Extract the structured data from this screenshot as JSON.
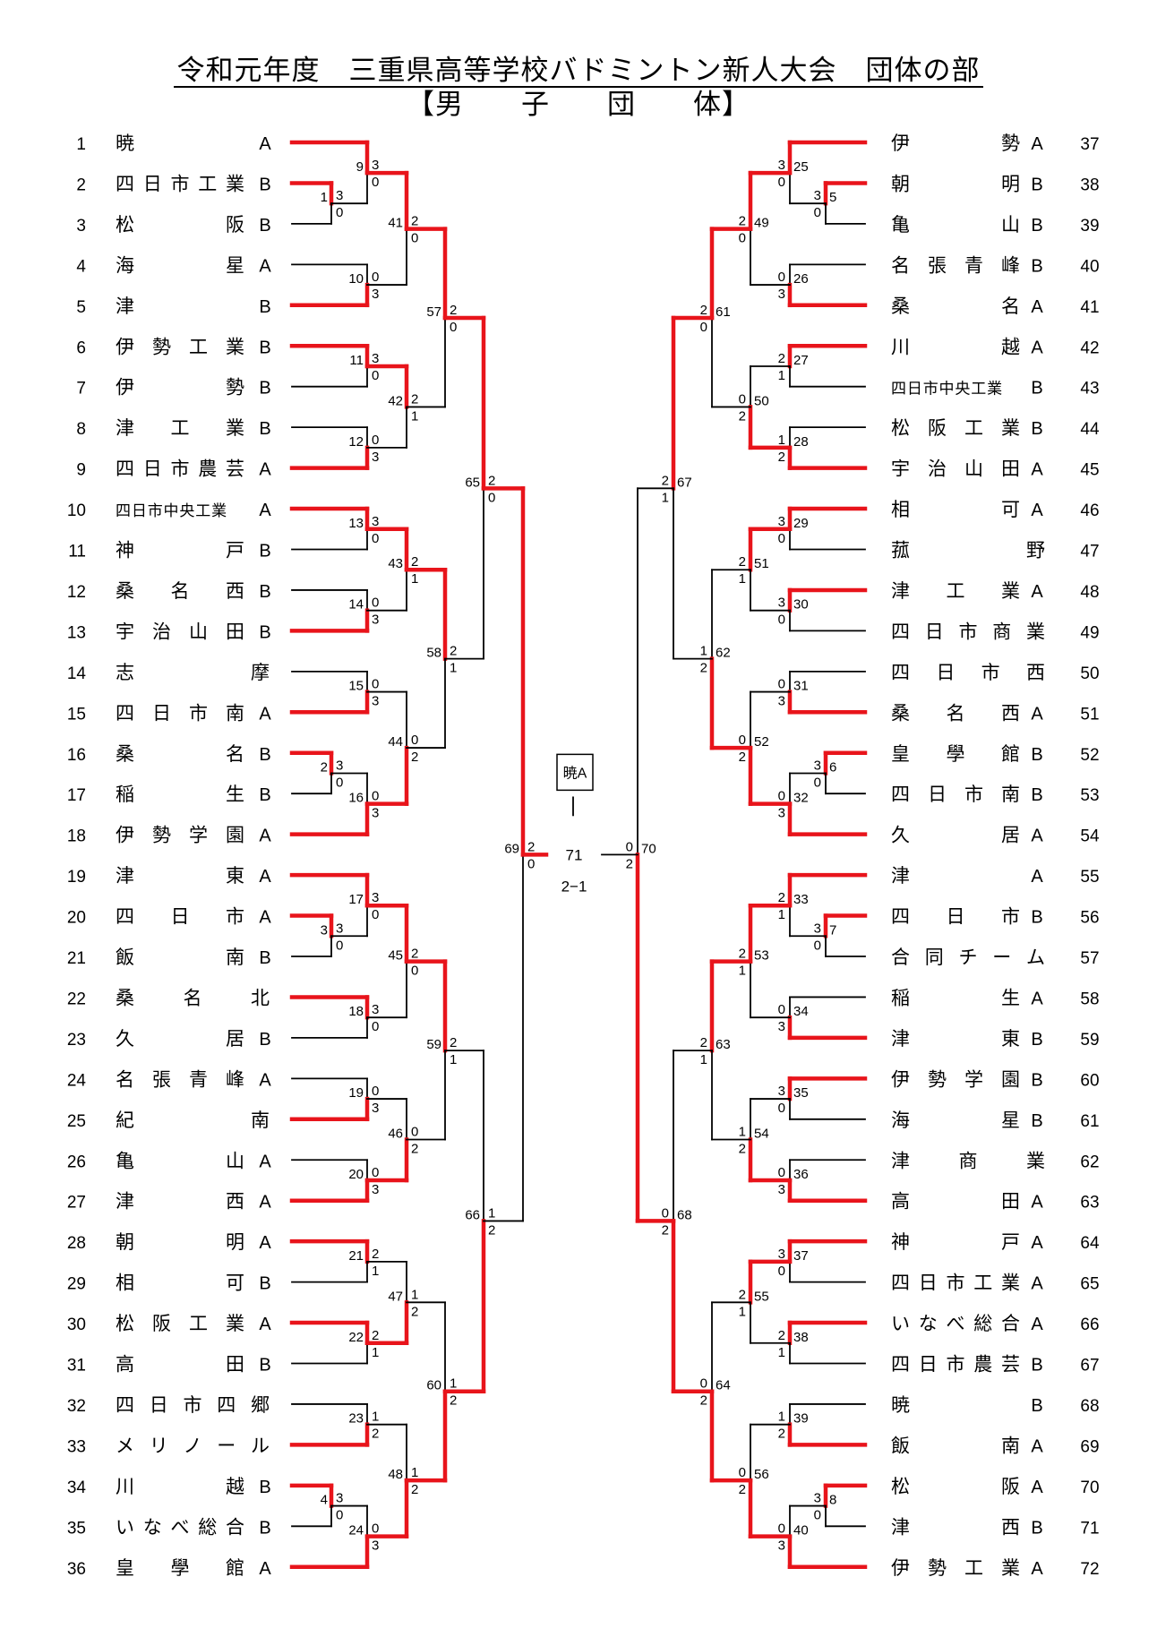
{
  "title": "令和元年度　三重県高等学校バドミントン新人大会　団体の部",
  "subtitle": "【男　　子　　団　　体】",
  "colors": {
    "winner": "#e8141b",
    "line": "#000000"
  },
  "teams": [
    {
      "no": "1",
      "name": "暁",
      "grade": "A"
    },
    {
      "no": "2",
      "name": "四日市工業",
      "grade": "B"
    },
    {
      "no": "3",
      "name": "松阪",
      "grade": "B"
    },
    {
      "no": "4",
      "name": "海星",
      "grade": "A"
    },
    {
      "no": "5",
      "name": "津",
      "grade": "B"
    },
    {
      "no": "6",
      "name": "伊勢工業",
      "grade": "B"
    },
    {
      "no": "7",
      "name": "伊勢",
      "grade": "B"
    },
    {
      "no": "8",
      "name": "津工業",
      "grade": "B"
    },
    {
      "no": "9",
      "name": "四日市農芸",
      "grade": "A"
    },
    {
      "no": "10",
      "name": "四日市中央工業",
      "grade": "A"
    },
    {
      "no": "11",
      "name": "神戸",
      "grade": "B"
    },
    {
      "no": "12",
      "name": "桑名西",
      "grade": "B"
    },
    {
      "no": "13",
      "name": "宇治山田",
      "grade": "B"
    },
    {
      "no": "14",
      "name": "志摩",
      "grade": ""
    },
    {
      "no": "15",
      "name": "四日市南",
      "grade": "A"
    },
    {
      "no": "16",
      "name": "桑名",
      "grade": "B"
    },
    {
      "no": "17",
      "name": "稲生",
      "grade": "B"
    },
    {
      "no": "18",
      "name": "伊勢学園",
      "grade": "A"
    },
    {
      "no": "19",
      "name": "津東",
      "grade": "A"
    },
    {
      "no": "20",
      "name": "四日市",
      "grade": "A"
    },
    {
      "no": "21",
      "name": "飯南",
      "grade": "B"
    },
    {
      "no": "22",
      "name": "桑名北",
      "grade": ""
    },
    {
      "no": "23",
      "name": "久居",
      "grade": "B"
    },
    {
      "no": "24",
      "name": "名張青峰",
      "grade": "A"
    },
    {
      "no": "25",
      "name": "紀南",
      "grade": ""
    },
    {
      "no": "26",
      "name": "亀山",
      "grade": "A"
    },
    {
      "no": "27",
      "name": "津西",
      "grade": "A"
    },
    {
      "no": "28",
      "name": "朝明",
      "grade": "A"
    },
    {
      "no": "29",
      "name": "相可",
      "grade": "B"
    },
    {
      "no": "30",
      "name": "松阪工業",
      "grade": "A"
    },
    {
      "no": "31",
      "name": "高田",
      "grade": "B"
    },
    {
      "no": "32",
      "name": "四日市四郷",
      "grade": ""
    },
    {
      "no": "33",
      "name": "メリノール",
      "grade": ""
    },
    {
      "no": "34",
      "name": "川越",
      "grade": "B"
    },
    {
      "no": "35",
      "name": "いなべ総合",
      "grade": "B"
    },
    {
      "no": "36",
      "name": "皇學館",
      "grade": "A"
    },
    {
      "no": "37",
      "name": "伊勢",
      "grade": "A"
    },
    {
      "no": "38",
      "name": "朝明",
      "grade": "B"
    },
    {
      "no": "39",
      "name": "亀山",
      "grade": "B"
    },
    {
      "no": "40",
      "name": "名張青峰",
      "grade": "B"
    },
    {
      "no": "41",
      "name": "桑名",
      "grade": "A"
    },
    {
      "no": "42",
      "name": "川越",
      "grade": "A"
    },
    {
      "no": "43",
      "name": "四日市中央工業",
      "grade": "B"
    },
    {
      "no": "44",
      "name": "松阪工業",
      "grade": "B"
    },
    {
      "no": "45",
      "name": "宇治山田",
      "grade": "A"
    },
    {
      "no": "46",
      "name": "相可",
      "grade": "A"
    },
    {
      "no": "47",
      "name": "菰野",
      "grade": ""
    },
    {
      "no": "48",
      "name": "津工業",
      "grade": "A"
    },
    {
      "no": "49",
      "name": "四日市商業",
      "grade": ""
    },
    {
      "no": "50",
      "name": "四日市西",
      "grade": ""
    },
    {
      "no": "51",
      "name": "桑名西",
      "grade": "A"
    },
    {
      "no": "52",
      "name": "皇學館",
      "grade": "B"
    },
    {
      "no": "53",
      "name": "四日市南",
      "grade": "B"
    },
    {
      "no": "54",
      "name": "久居",
      "grade": "A"
    },
    {
      "no": "55",
      "name": "津",
      "grade": "A"
    },
    {
      "no": "56",
      "name": "四日市",
      "grade": "B"
    },
    {
      "no": "57",
      "name": "合同チーム",
      "grade": ""
    },
    {
      "no": "58",
      "name": "稲生",
      "grade": "A"
    },
    {
      "no": "59",
      "name": "津東",
      "grade": "B"
    },
    {
      "no": "60",
      "name": "伊勢学園",
      "grade": "B"
    },
    {
      "no": "61",
      "name": "海星",
      "grade": "B"
    },
    {
      "no": "62",
      "name": "津商業",
      "grade": ""
    },
    {
      "no": "63",
      "name": "高田",
      "grade": "A"
    },
    {
      "no": "64",
      "name": "神戸",
      "grade": "A"
    },
    {
      "no": "65",
      "name": "四日市工業",
      "grade": "A"
    },
    {
      "no": "66",
      "name": "いなべ総合",
      "grade": "A"
    },
    {
      "no": "67",
      "name": "四日市農芸",
      "grade": "B"
    },
    {
      "no": "68",
      "name": "暁",
      "grade": "B"
    },
    {
      "no": "69",
      "name": "飯南",
      "grade": "A"
    },
    {
      "no": "70",
      "name": "松阪",
      "grade": "A"
    },
    {
      "no": "71",
      "name": "津西",
      "grade": "B"
    },
    {
      "no": "72",
      "name": "伊勢工業",
      "grade": "A"
    }
  ],
  "matches": [
    {
      "id": "1",
      "s": [
        "3",
        "0"
      ],
      "w": 0
    },
    {
      "id": "2",
      "s": [
        "3",
        "0"
      ],
      "w": 0
    },
    {
      "id": "3",
      "s": [
        "3",
        "0"
      ],
      "w": 0
    },
    {
      "id": "4",
      "s": [
        "3",
        "0"
      ],
      "w": 0
    },
    {
      "id": "5",
      "s": [
        "3",
        "0"
      ],
      "w": 0
    },
    {
      "id": "6",
      "s": [
        "3",
        "0"
      ],
      "w": 0
    },
    {
      "id": "7",
      "s": [
        "3",
        "0"
      ],
      "w": 0
    },
    {
      "id": "8",
      "s": [
        "3",
        "0"
      ],
      "w": 0
    },
    {
      "id": "9",
      "s": [
        "3",
        "0"
      ],
      "w": 0
    },
    {
      "id": "10",
      "s": [
        "0",
        "3"
      ],
      "w": 1
    },
    {
      "id": "11",
      "s": [
        "3",
        "0"
      ],
      "w": 0
    },
    {
      "id": "12",
      "s": [
        "0",
        "3"
      ],
      "w": 1
    },
    {
      "id": "13",
      "s": [
        "3",
        "0"
      ],
      "w": 0
    },
    {
      "id": "14",
      "s": [
        "0",
        "3"
      ],
      "w": 1
    },
    {
      "id": "15",
      "s": [
        "0",
        "3"
      ],
      "w": 1
    },
    {
      "id": "16",
      "s": [
        "0",
        "3"
      ],
      "w": 1
    },
    {
      "id": "17",
      "s": [
        "3",
        "0"
      ],
      "w": 0
    },
    {
      "id": "18",
      "s": [
        "3",
        "0"
      ],
      "w": 0
    },
    {
      "id": "19",
      "s": [
        "0",
        "3"
      ],
      "w": 1
    },
    {
      "id": "20",
      "s": [
        "0",
        "3"
      ],
      "w": 1
    },
    {
      "id": "21",
      "s": [
        "2",
        "1"
      ],
      "w": 0
    },
    {
      "id": "22",
      "s": [
        "2",
        "1"
      ],
      "w": 0
    },
    {
      "id": "23",
      "s": [
        "1",
        "2"
      ],
      "w": 1
    },
    {
      "id": "24",
      "s": [
        "0",
        "3"
      ],
      "w": 1
    },
    {
      "id": "25",
      "s": [
        "3",
        "0"
      ],
      "w": 0
    },
    {
      "id": "26",
      "s": [
        "0",
        "3"
      ],
      "w": 1
    },
    {
      "id": "27",
      "s": [
        "2",
        "1"
      ],
      "w": 0
    },
    {
      "id": "28",
      "s": [
        "1",
        "2"
      ],
      "w": 1
    },
    {
      "id": "29",
      "s": [
        "3",
        "0"
      ],
      "w": 0
    },
    {
      "id": "30",
      "s": [
        "3",
        "0"
      ],
      "w": 0
    },
    {
      "id": "31",
      "s": [
        "0",
        "3"
      ],
      "w": 1
    },
    {
      "id": "32",
      "s": [
        "0",
        "3"
      ],
      "w": 1
    },
    {
      "id": "33",
      "s": [
        "2",
        "1"
      ],
      "w": 0
    },
    {
      "id": "34",
      "s": [
        "0",
        "3"
      ],
      "w": 1
    },
    {
      "id": "35",
      "s": [
        "3",
        "0"
      ],
      "w": 0
    },
    {
      "id": "36",
      "s": [
        "0",
        "3"
      ],
      "w": 1
    },
    {
      "id": "37",
      "s": [
        "3",
        "0"
      ],
      "w": 0
    },
    {
      "id": "38",
      "s": [
        "2",
        "1"
      ],
      "w": 0
    },
    {
      "id": "39",
      "s": [
        "1",
        "2"
      ],
      "w": 1
    },
    {
      "id": "40",
      "s": [
        "0",
        "3"
      ],
      "w": 1
    },
    {
      "id": "41",
      "s": [
        "2",
        "0"
      ],
      "w": 0
    },
    {
      "id": "42",
      "s": [
        "2",
        "1"
      ],
      "w": 0
    },
    {
      "id": "43",
      "s": [
        "2",
        "1"
      ],
      "w": 0
    },
    {
      "id": "44",
      "s": [
        "0",
        "2"
      ],
      "w": 1
    },
    {
      "id": "45",
      "s": [
        "2",
        "0"
      ],
      "w": 0
    },
    {
      "id": "46",
      "s": [
        "0",
        "2"
      ],
      "w": 1
    },
    {
      "id": "47",
      "s": [
        "1",
        "2"
      ],
      "w": 1
    },
    {
      "id": "48",
      "s": [
        "1",
        "2"
      ],
      "w": 1
    },
    {
      "id": "49",
      "s": [
        "2",
        "0"
      ],
      "w": 0
    },
    {
      "id": "50",
      "s": [
        "0",
        "2"
      ],
      "w": 1
    },
    {
      "id": "51",
      "s": [
        "2",
        "1"
      ],
      "w": 0
    },
    {
      "id": "52",
      "s": [
        "0",
        "2"
      ],
      "w": 1
    },
    {
      "id": "53",
      "s": [
        "2",
        "1"
      ],
      "w": 0
    },
    {
      "id": "54",
      "s": [
        "1",
        "2"
      ],
      "w": 1
    },
    {
      "id": "55",
      "s": [
        "2",
        "1"
      ],
      "w": 0
    },
    {
      "id": "56",
      "s": [
        "0",
        "2"
      ],
      "w": 1
    },
    {
      "id": "57",
      "s": [
        "2",
        "0"
      ],
      "w": 0
    },
    {
      "id": "58",
      "s": [
        "2",
        "1"
      ],
      "w": 0
    },
    {
      "id": "59",
      "s": [
        "2",
        "1"
      ],
      "w": 0
    },
    {
      "id": "60",
      "s": [
        "1",
        "2"
      ],
      "w": 1
    },
    {
      "id": "61",
      "s": [
        "2",
        "0"
      ],
      "w": 0
    },
    {
      "id": "62",
      "s": [
        "1",
        "2"
      ],
      "w": 1
    },
    {
      "id": "63",
      "s": [
        "2",
        "1"
      ],
      "w": 0
    },
    {
      "id": "64",
      "s": [
        "0",
        "2"
      ],
      "w": 1
    },
    {
      "id": "65",
      "s": [
        "2",
        "0"
      ],
      "w": 0
    },
    {
      "id": "66",
      "s": [
        "1",
        "2"
      ],
      "w": 1
    },
    {
      "id": "67",
      "s": [
        "2",
        "1"
      ],
      "w": 0
    },
    {
      "id": "68",
      "s": [
        "0",
        "2"
      ],
      "w": 1
    },
    {
      "id": "69",
      "s": [
        "2",
        "0"
      ],
      "w": 0
    },
    {
      "id": "70",
      "s": [
        "0",
        "2"
      ],
      "w": 1
    }
  ],
  "final": {
    "id": "71",
    "score": "2−1",
    "champion": "暁A"
  }
}
